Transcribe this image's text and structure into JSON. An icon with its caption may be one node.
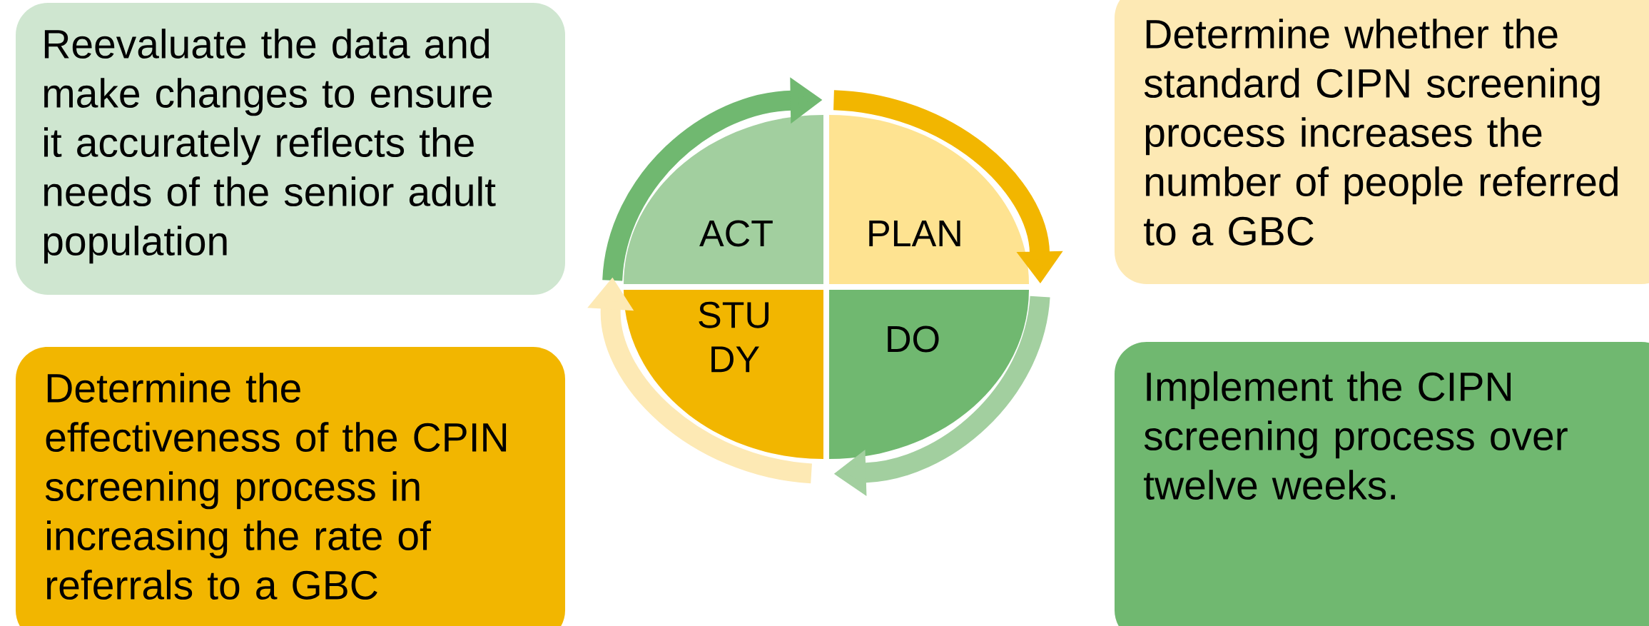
{
  "diagram": {
    "nodes": [
      {
        "text": [
          "Reevaluate the data and make changes to ensure it accurately reflects the needs of the senior adult population"
        ]
      },
      {
        "text": [
          "ACT"
        ]
      },
      {
        "text": [
          "PLAN"
        ]
      },
      {
        "text": [
          "Determine whether the standard CIPN screening process increases the number of people referred to a GBC"
        ]
      },
      {
        "text": [
          "STU DY"
        ]
      },
      {
        "text": [
          "DO"
        ]
      },
      {
        "text": [
          "Determine the effectiveness of the CPIN screening process in increasing the rate of referrals to a GBC"
        ]
      },
      {
        "text": [
          "Implement the CIPN screening process over twelve weeks."
        ]
      }
    ],
    "edges": [
      {
        "from": 1,
        "to": 2,
        "arrow": "to",
        "color": "#70b870"
      },
      {
        "from": 2,
        "to": 5,
        "arrow": "to",
        "color": "#f2b600"
      },
      {
        "from": 5,
        "to": 4,
        "arrow": "to",
        "color": "#a2cf9f"
      },
      {
        "from": 4,
        "to": 1,
        "arrow": "to",
        "color": "#fde9b4"
      }
    ]
  }
}
